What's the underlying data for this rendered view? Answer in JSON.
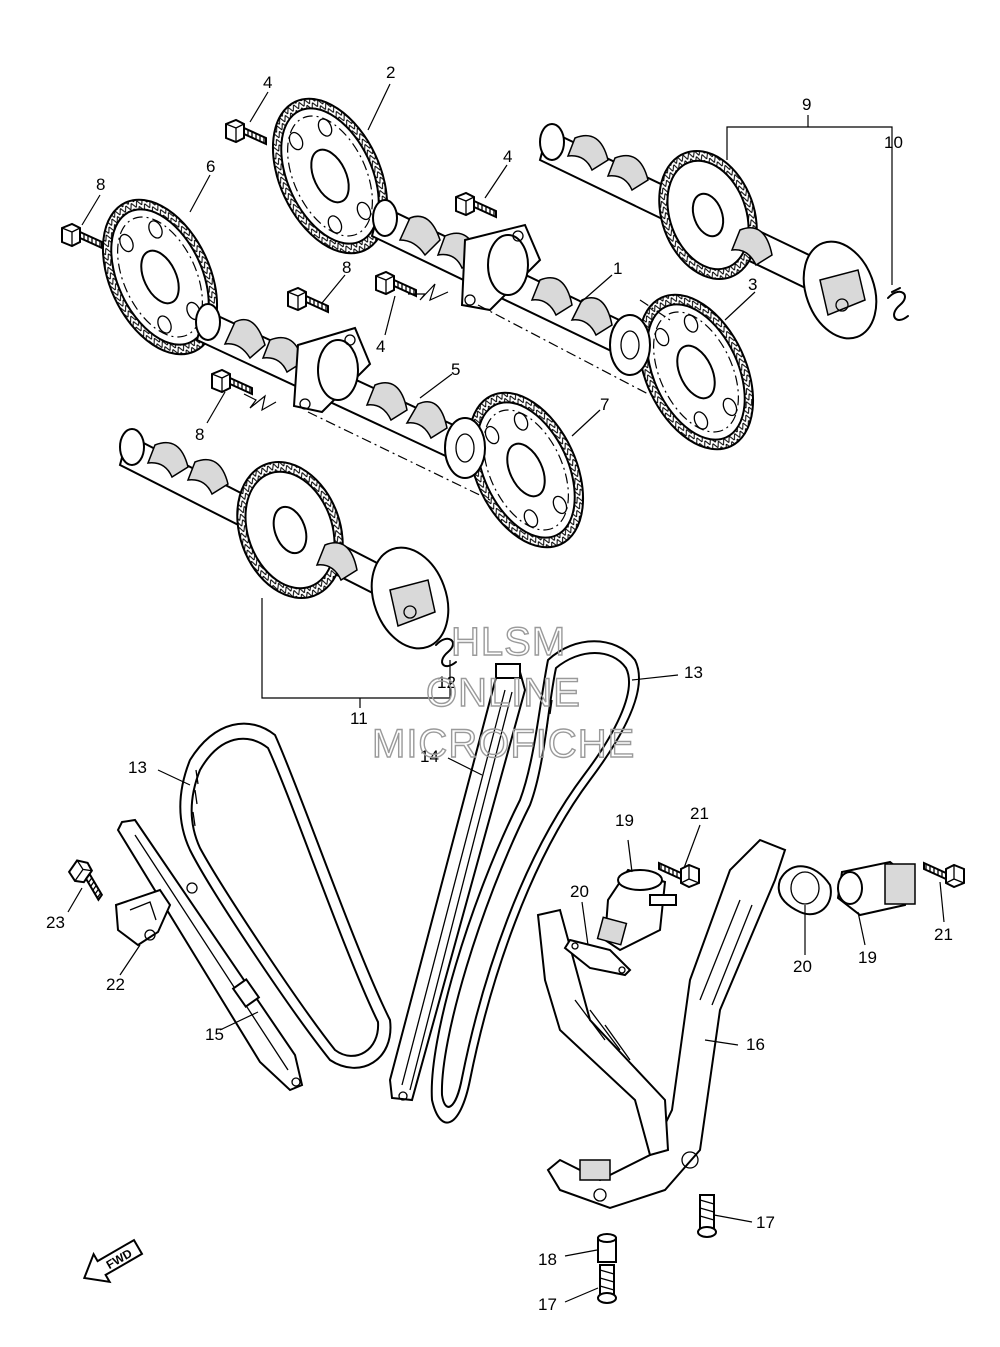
{
  "callouts": {
    "c1": "1",
    "c2": "2",
    "c3": "3",
    "c4a": "4",
    "c4b": "4",
    "c4c": "4",
    "c5": "5",
    "c6": "6",
    "c7": "7",
    "c8a": "8",
    "c8b": "8",
    "c8c": "8",
    "c9": "9",
    "c10": "10",
    "c11": "11",
    "c12": "12",
    "c13a": "13",
    "c13b": "13",
    "c14": "14",
    "c15": "15",
    "c16": "16",
    "c17a": "17",
    "c17b": "17",
    "c18": "18",
    "c19a": "19",
    "c19b": "19",
    "c20a": "20",
    "c20b": "20",
    "c21a": "21",
    "c21b": "21",
    "c22": "22",
    "c23": "23"
  },
  "watermark": {
    "line1": "HLSM",
    "line2": "ONLINE",
    "line3": "MICROFICHE"
  },
  "direction_badge": "FWD"
}
